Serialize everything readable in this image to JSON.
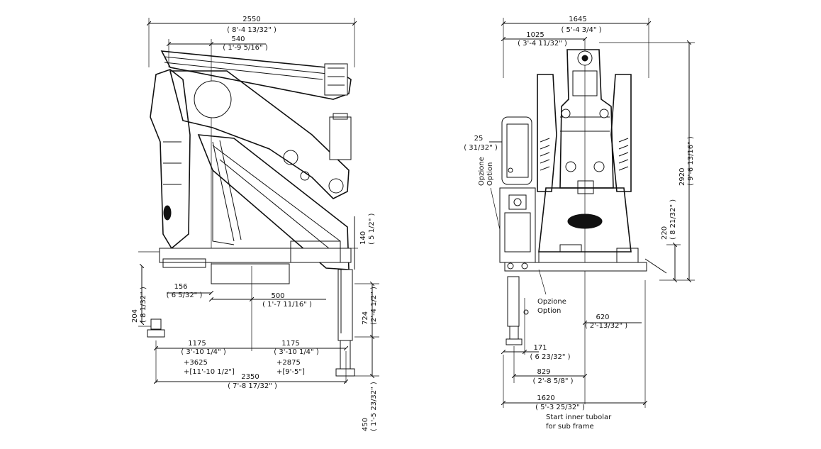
{
  "side_view": {
    "dims": {
      "overall_width": {
        "mm": "2550",
        "in": "( 8'-4 13/32\" )"
      },
      "column_offset": {
        "mm": "540",
        "in": "( 1'-9 5/16\" )"
      },
      "base_offset": {
        "mm": "156",
        "in": "( 6 5/32\" )"
      },
      "stabilizer_offset": {
        "mm": "500",
        "in": "( 1'-7 11/16\" )"
      },
      "base_height": {
        "mm": "140",
        "in": "( 5 1/2\" )"
      },
      "left_foot": {
        "mm": "204",
        "in": "( 8 1/32\" )"
      },
      "right_leg": {
        "mm": "724",
        "in": "(2'-4 1/2\" )"
      },
      "leg_stroke": {
        "mm": "450",
        "in": "( 1'-5 23/32\" )"
      },
      "left_extension": {
        "mm": "1175",
        "in": "( 3'-10 1/4\" )",
        "plus": "+3625",
        "plus_in": "+[11'-10 1/2\"]"
      },
      "right_extension": {
        "mm": "1175",
        "in": "( 3'-10 1/4\" )",
        "plus": "+2875",
        "plus_in": "+[9'-5\"]"
      },
      "stabilizer_span": {
        "mm": "2350",
        "in": "( 7'-8 17/32\" )"
      }
    }
  },
  "rear_view": {
    "dims": {
      "overall_width": {
        "mm": "1645",
        "in": "( 5'-4 3/4\" )"
      },
      "center_offset": {
        "mm": "1025",
        "in": "( 3'-4 11/32\" )"
      },
      "plate_thickness": {
        "mm": "25",
        "in": "( 31/32\" )"
      },
      "overall_height": {
        "mm": "2920",
        "in": "( 9'-6 13/16\" )"
      },
      "base_height": {
        "mm": "220",
        "in": "( 8 21/32\" )"
      },
      "leg_offset": {
        "mm": "620",
        "in": "( 2'-13/32\" )"
      },
      "leg_width": {
        "mm": "171",
        "in": "( 6 23/32\" )"
      },
      "leg_span": {
        "mm": "829",
        "in": "( 2'-8 5/8\" )"
      },
      "subframe_width": {
        "mm": "1620",
        "in": "( 5'-3 25/32\" )"
      }
    },
    "option_label_left": "Opzione",
    "option_label_left_2": "Option",
    "option_label_bottom": "Opzione",
    "option_label_bottom_2": "Option",
    "note_line1": "Start inner tubolar",
    "note_line2": "for sub frame"
  }
}
